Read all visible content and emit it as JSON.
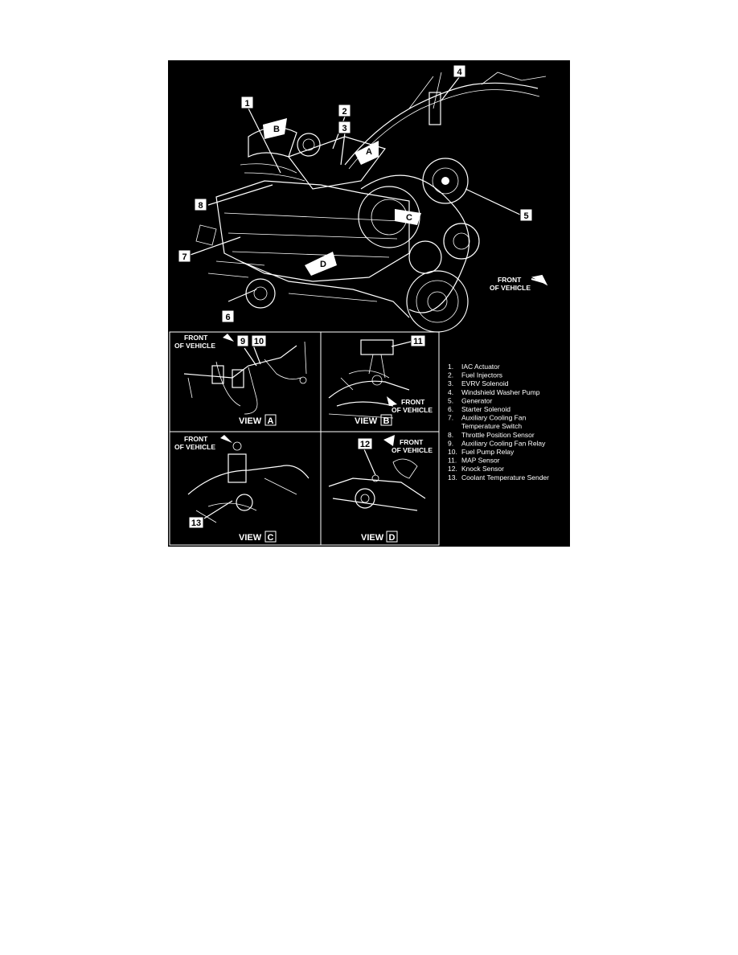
{
  "main_view": {
    "callouts": [
      "1",
      "2",
      "3",
      "4",
      "5",
      "6",
      "7",
      "8"
    ],
    "view_markers": [
      "A",
      "B",
      "C",
      "D"
    ],
    "front_label_1": "FRONT",
    "front_label_2": "OF VEHICLE"
  },
  "view_a": {
    "title": "VIEW",
    "letter": "A",
    "callouts": [
      "9",
      "10"
    ],
    "front_label_1": "FRONT",
    "front_label_2": "OF VEHICLE"
  },
  "view_b": {
    "title": "VIEW",
    "letter": "B",
    "callouts": [
      "11"
    ],
    "front_label_1": "FRONT",
    "front_label_2": "OF VEHICLE"
  },
  "view_c": {
    "title": "VIEW",
    "letter": "C",
    "callouts": [
      "13"
    ],
    "front_label_1": "FRONT",
    "front_label_2": "OF VEHICLE"
  },
  "view_d": {
    "title": "VIEW",
    "letter": "D",
    "callouts": [
      "12"
    ],
    "front_label_1": "FRONT",
    "front_label_2": "OF VEHICLE"
  },
  "legend": [
    {
      "num": "1.",
      "label": "IAC Actuator"
    },
    {
      "num": "2.",
      "label": "Fuel Injectors"
    },
    {
      "num": "3.",
      "label": "EVRV Solenoid"
    },
    {
      "num": "4.",
      "label": "Windshield Washer Pump"
    },
    {
      "num": "5.",
      "label": "Generator"
    },
    {
      "num": "6.",
      "label": "Starter Solenoid"
    },
    {
      "num": "7.",
      "label": "Auxiliary Cooling Fan"
    },
    {
      "num": "",
      "label": "Temperature Switch"
    },
    {
      "num": "8.",
      "label": "Throttle Position Sensor"
    },
    {
      "num": "9.",
      "label": "Auxiliary Cooling Fan Relay"
    },
    {
      "num": "10.",
      "label": "Fuel Pump Relay"
    },
    {
      "num": "11.",
      "label": "MAP Sensor"
    },
    {
      "num": "12.",
      "label": "Knock Sensor"
    },
    {
      "num": "13.",
      "label": "Coolant Temperature Sender"
    }
  ],
  "colors": {
    "background": "#000000",
    "ink": "#ffffff",
    "page": "#ffffff"
  }
}
